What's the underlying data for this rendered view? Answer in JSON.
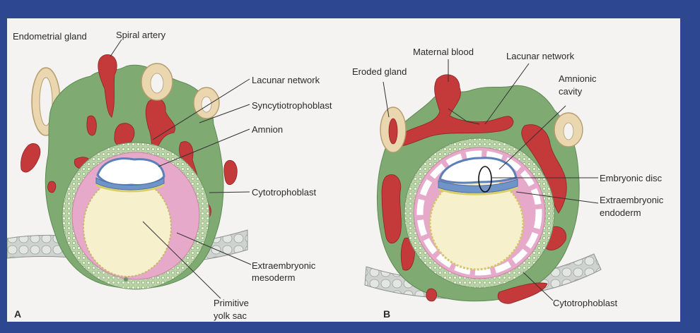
{
  "figure": {
    "panel_a": {
      "letter": "A",
      "labels": {
        "endometrial_gland": "Endometrial gland",
        "spiral_artery": "Spiral artery",
        "lacunar_network": "Lacunar network",
        "syncytiotrophoblast": "Syncytiotrophoblast",
        "amnion": "Amnion",
        "cytotrophoblast": "Cytotrophoblast",
        "extraembryonic_mesoderm_1": "Extraembryonic",
        "extraembryonic_mesoderm_2": "mesoderm",
        "primitive_yolk_sac_1": "Primitive",
        "primitive_yolk_sac_2": "yolk sac"
      }
    },
    "panel_b": {
      "letter": "B",
      "labels": {
        "maternal_blood": "Maternal blood",
        "lacunar_network": "Lacunar network",
        "eroded_gland": "Eroded gland",
        "amnionic_cavity_1": "Amnionic",
        "amnionic_cavity_2": "cavity",
        "embryonic_disc": "Embryonic disc",
        "extraembryonic_endoderm_1": "Extraembryonic",
        "extraembryonic_endoderm_2": "endoderm",
        "cytotrophoblast": "Cytotrophoblast"
      }
    },
    "colors": {
      "slide_background": "#2d4790",
      "figure_background": "#f4f3f1",
      "syncytiotrophoblast": "#7faa72",
      "maternal_blood": "#c4393a",
      "amnionic_cavity": "#ffffff",
      "embryonic_disc": "#6f94c7",
      "mesoderm": "#e7a9c9",
      "yolk_sac": "#f6f0cc",
      "gland": "#ead7b0",
      "epithelium": "#c9cdc9"
    }
  }
}
